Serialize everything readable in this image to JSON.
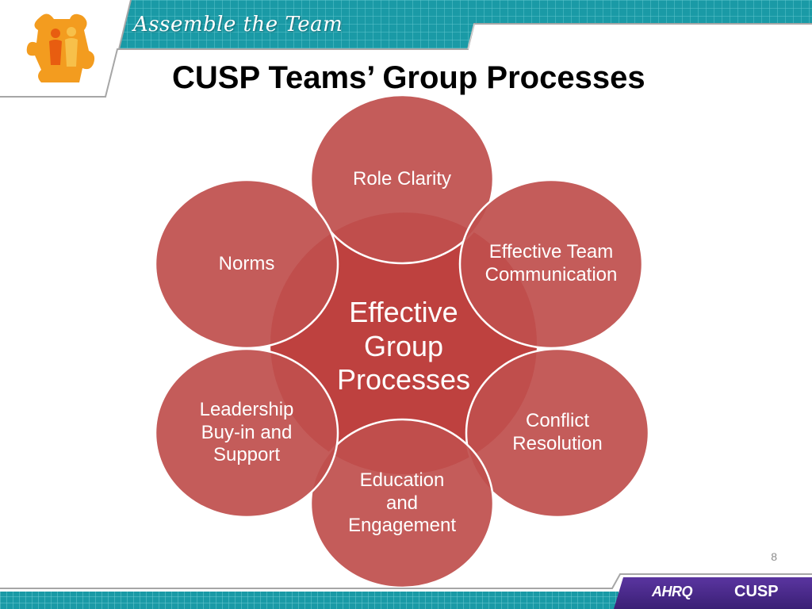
{
  "header": {
    "section_label": "Assemble the Team",
    "logo_icon": "puzzle-people-icon"
  },
  "title": "CUSP Teams’ Group Processes",
  "diagram": {
    "center": [
      "Effective",
      "Group",
      "Processes"
    ],
    "nodes": [
      [
        "Role Clarity"
      ],
      [
        "Effective Team",
        "Communication"
      ],
      [
        "Conflict",
        "Resolution"
      ],
      [
        "Education",
        "and",
        "Engagement"
      ],
      [
        "Leadership",
        "Buy-in and",
        "Support"
      ],
      [
        "Norms"
      ]
    ]
  },
  "colors": {
    "node_fill": "#c0504d",
    "center_fill": "#b8312f",
    "teal": "#1a9aa6",
    "dark_teal": "#0e6f79",
    "purple": "#4b2a8c"
  },
  "footer": {
    "page_number": "8",
    "ahrq_label": "AHRQ",
    "cusp_label": "CUSP"
  }
}
